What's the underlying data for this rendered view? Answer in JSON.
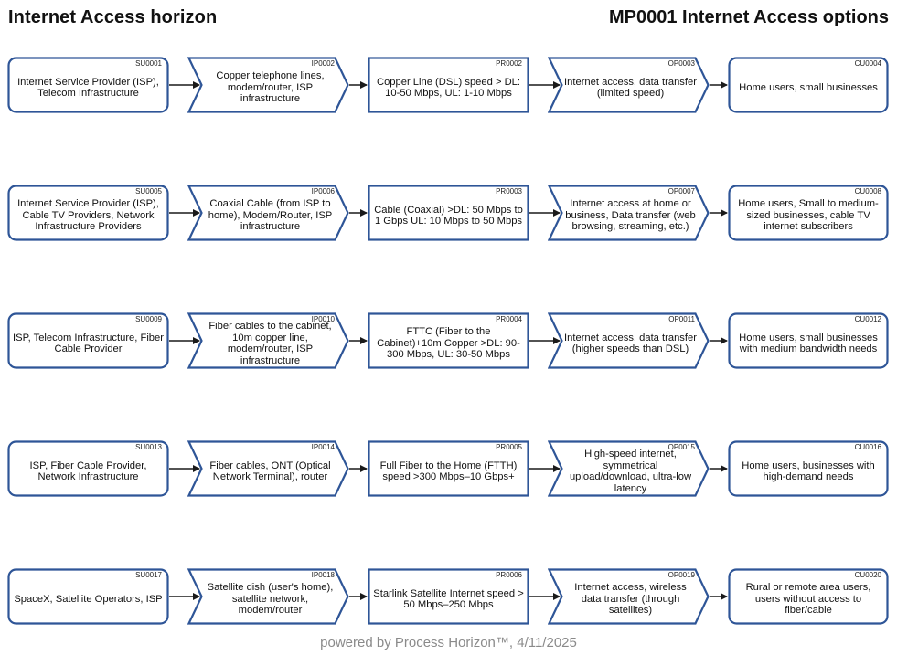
{
  "header": {
    "left_title": "Internet Access horizon",
    "right_title": "MP0001 Internet Access options"
  },
  "footer": {
    "text": "powered by Process Horizon™, 4/11/2025"
  },
  "rows": [
    {
      "supplier": {
        "code": "SU0001",
        "text": "Internet Service Provider (ISP), Telecom Infrastructure"
      },
      "input": {
        "code": "IP0002",
        "text": "Copper telephone lines, modem/router, ISP infrastructure"
      },
      "process": {
        "code": "PR0002",
        "text": "Copper Line (DSL) speed > DL: 10-50 Mbps, UL: 1-10 Mbps"
      },
      "output": {
        "code": "OP0003",
        "text": "Internet access, data transfer (limited speed)"
      },
      "customer": {
        "code": "CU0004",
        "text": "Home users, small businesses"
      }
    },
    {
      "supplier": {
        "code": "SU0005",
        "text": "Internet Service Provider (ISP), Cable TV Providers, Network Infrastructure Providers"
      },
      "input": {
        "code": "IP0006",
        "text": "Coaxial Cable (from ISP to home), Modem/Router, ISP infrastructure"
      },
      "process": {
        "code": "PR0003",
        "text": "Cable (Coaxial) >DL: 50 Mbps to 1 Gbps UL: 10 Mbps to 50 Mbps"
      },
      "output": {
        "code": "OP0007",
        "text": "Internet access at home or business, Data transfer (web browsing, streaming, etc.)"
      },
      "customer": {
        "code": "CU0008",
        "text": "Home users, Small to medium-sized businesses, cable TV internet subscribers"
      }
    },
    {
      "supplier": {
        "code": "SU0009",
        "text": "ISP, Telecom Infrastructure, Fiber Cable Provider"
      },
      "input": {
        "code": "IP0010",
        "text": "Fiber cables to the cabinet, 10m copper line, modem/router, ISP infrastructure"
      },
      "process": {
        "code": "PR0004",
        "text": "FTTC (Fiber to the Cabinet)+10m Copper >DL: 90-300 Mbps, UL: 30-50 Mbps"
      },
      "output": {
        "code": "OP0011",
        "text": "Internet access, data transfer (higher speeds than DSL)"
      },
      "customer": {
        "code": "CU0012",
        "text": "Home users, small businesses with medium bandwidth needs"
      }
    },
    {
      "supplier": {
        "code": "SU0013",
        "text": "ISP, Fiber Cable Provider, Network Infrastructure"
      },
      "input": {
        "code": "IP0014",
        "text": "Fiber cables, ONT (Optical Network Terminal), router"
      },
      "process": {
        "code": "PR0005",
        "text": "Full Fiber to the Home (FTTH) speed >300 Mbps–10 Gbps+"
      },
      "output": {
        "code": "OP0015",
        "text": "High-speed internet, symmetrical upload/download, ultra-low latency"
      },
      "customer": {
        "code": "CU0016",
        "text": "Home users, businesses with high-demand needs"
      }
    },
    {
      "supplier": {
        "code": "SU0017",
        "text": "SpaceX, Satellite Operators, ISP"
      },
      "input": {
        "code": "IP0018",
        "text": "Satellite dish (user's home), satellite network, modem/router"
      },
      "process": {
        "code": "PR0006",
        "text": "Starlink Satellite Internet speed > 50 Mbps–250 Mbps"
      },
      "output": {
        "code": "OP0019",
        "text": "Internet access, wireless data transfer (through satellites)"
      },
      "customer": {
        "code": "CU0020",
        "text": "Rural or remote area users, users without access to fiber/cable"
      }
    }
  ],
  "colors": {
    "stroke": "#2e5597",
    "fill": "#ffffff",
    "arrow": "#1a1a1a"
  }
}
